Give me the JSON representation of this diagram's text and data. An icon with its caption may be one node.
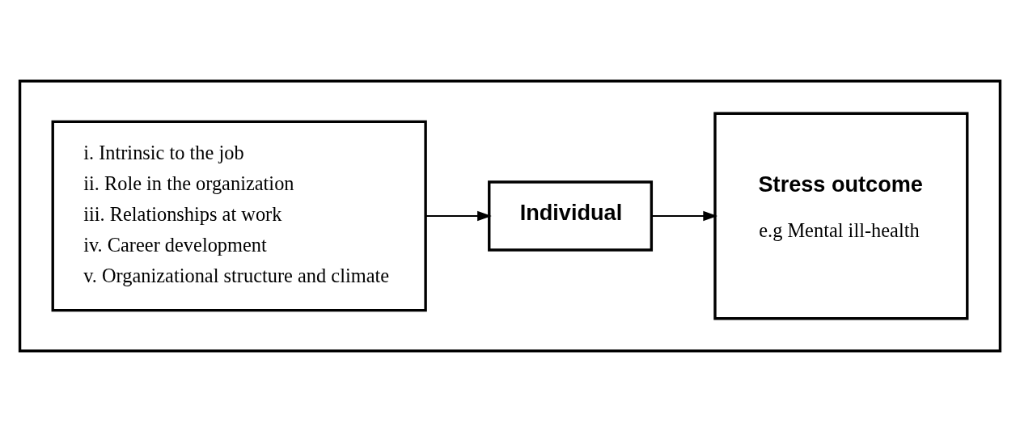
{
  "diagram": {
    "nodes": [
      {
        "text": [],
        "shape": "box"
      },
      {
        "text": [
          "i. Intrinsic to the job",
          "ii. Role in the organization",
          "iii. Relationships at work",
          "iv. Career development",
          "v. Organizational structure and climate"
        ],
        "in": 0
      },
      {
        "text": [
          "Individual"
        ],
        "in": 0
      },
      {
        "text": [
          "Stress outcome",
          "e.g Mental ill-health"
        ],
        "in": 0
      }
    ],
    "edges": [
      {
        "from": 1,
        "to": 2,
        "arrow": "to"
      },
      {
        "from": 2,
        "to": 3,
        "arrow": "to"
      }
    ]
  }
}
